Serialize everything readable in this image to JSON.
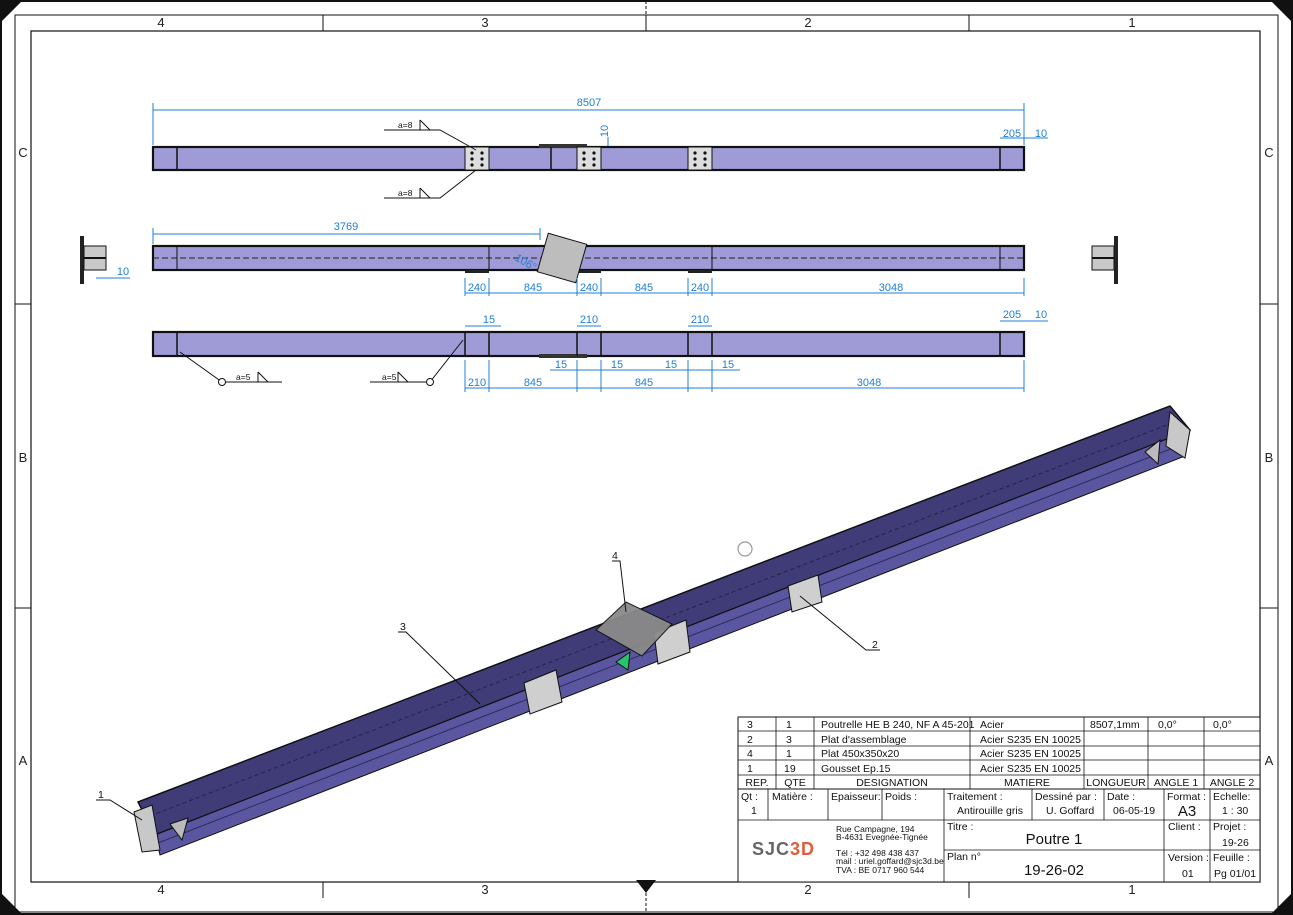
{
  "frame": {
    "zones_top": [
      "4",
      "3",
      "2",
      "1"
    ],
    "zones_bottom": [
      "4",
      "3",
      "2",
      "1"
    ],
    "zones_left": [
      "C",
      "B",
      "A"
    ],
    "zones_right": [
      "C",
      "B",
      "A"
    ]
  },
  "dims": {
    "top_overall": "8507",
    "top_flange": "10",
    "top_end": "205",
    "top_end_thk": "10",
    "weld_top": "a=8",
    "weld_bottom": "a=8",
    "mid_3769": "3769",
    "mid_angle": "106°",
    "mid_section_thk": "10",
    "mid_row": [
      "240",
      "845",
      "240",
      "845",
      "240",
      "3048"
    ],
    "low_15a": "15",
    "low_210a": "210",
    "low_210b": "210",
    "low_205": "205",
    "low_10": "10",
    "low_row1": [
      "15",
      "15",
      "15",
      "15"
    ],
    "low_row2": [
      "210",
      "845",
      "845",
      "3048"
    ],
    "weld_left": "a=5",
    "weld_right": "a=5"
  },
  "balloons": [
    "1",
    "2",
    "3",
    "4"
  ],
  "bom": {
    "rows": [
      {
        "rep": "3",
        "qte": "1",
        "designation": "Poutrelle HE B 240, NF A 45-201",
        "matiere": "Acier",
        "longueur": "8507,1mm",
        "angle1": "0,0°",
        "angle2": "0,0°"
      },
      {
        "rep": "2",
        "qte": "3",
        "designation": "Plat d'assemblage",
        "matiere": "Acier S235 EN 10025",
        "longueur": "",
        "angle1": "",
        "angle2": ""
      },
      {
        "rep": "4",
        "qte": "1",
        "designation": "Plat 450x350x20",
        "matiere": "Acier S235 EN 10025",
        "longueur": "",
        "angle1": "",
        "angle2": ""
      },
      {
        "rep": "1",
        "qte": "19",
        "designation": "Gousset Ep.15",
        "matiere": "Acier S235 EN 10025",
        "longueur": "",
        "angle1": "",
        "angle2": ""
      }
    ],
    "headers": [
      "REP.",
      "QTE",
      "DESIGNATION",
      "MATIERE",
      "LONGUEUR",
      "ANGLE 1",
      "ANGLE 2"
    ]
  },
  "title_block": {
    "qt_label": "Qt :",
    "qt_value": "1",
    "matiere_label": "Matière :",
    "epaisseur_label": "Epaisseur:",
    "poids_label": "Poids :",
    "traitement_label": "Traitement :",
    "traitement_value": "Antirouille gris",
    "dessine_label": "Dessiné par :",
    "dessine_value": "U. Goffard",
    "date_label": "Date :",
    "date_value": "06-05-19",
    "format_label": "Format :",
    "format_value": "A3",
    "echelle_label": "Echelle:",
    "echelle_value": "1 : 30",
    "titre_label": "Titre :",
    "titre_value": "Poutre 1",
    "client_label": "Client :",
    "projet_label": "Projet :",
    "projet_value": "19-26",
    "plan_label": "Plan n°",
    "plan_value": "19-26-02",
    "version_label": "Version :",
    "version_value": "01",
    "feuille_label": "Feuille :",
    "feuille_value": "Pg 01/01",
    "address": [
      "Rue Campagne, 194",
      "B-4631 Evegnée-Tignée",
      "",
      "Tél : +32 498 438 437",
      "mail : uriel.goffard@sjc3d.be",
      "TVA : BE 0717 960 544"
    ],
    "logo": "SJC3D"
  }
}
